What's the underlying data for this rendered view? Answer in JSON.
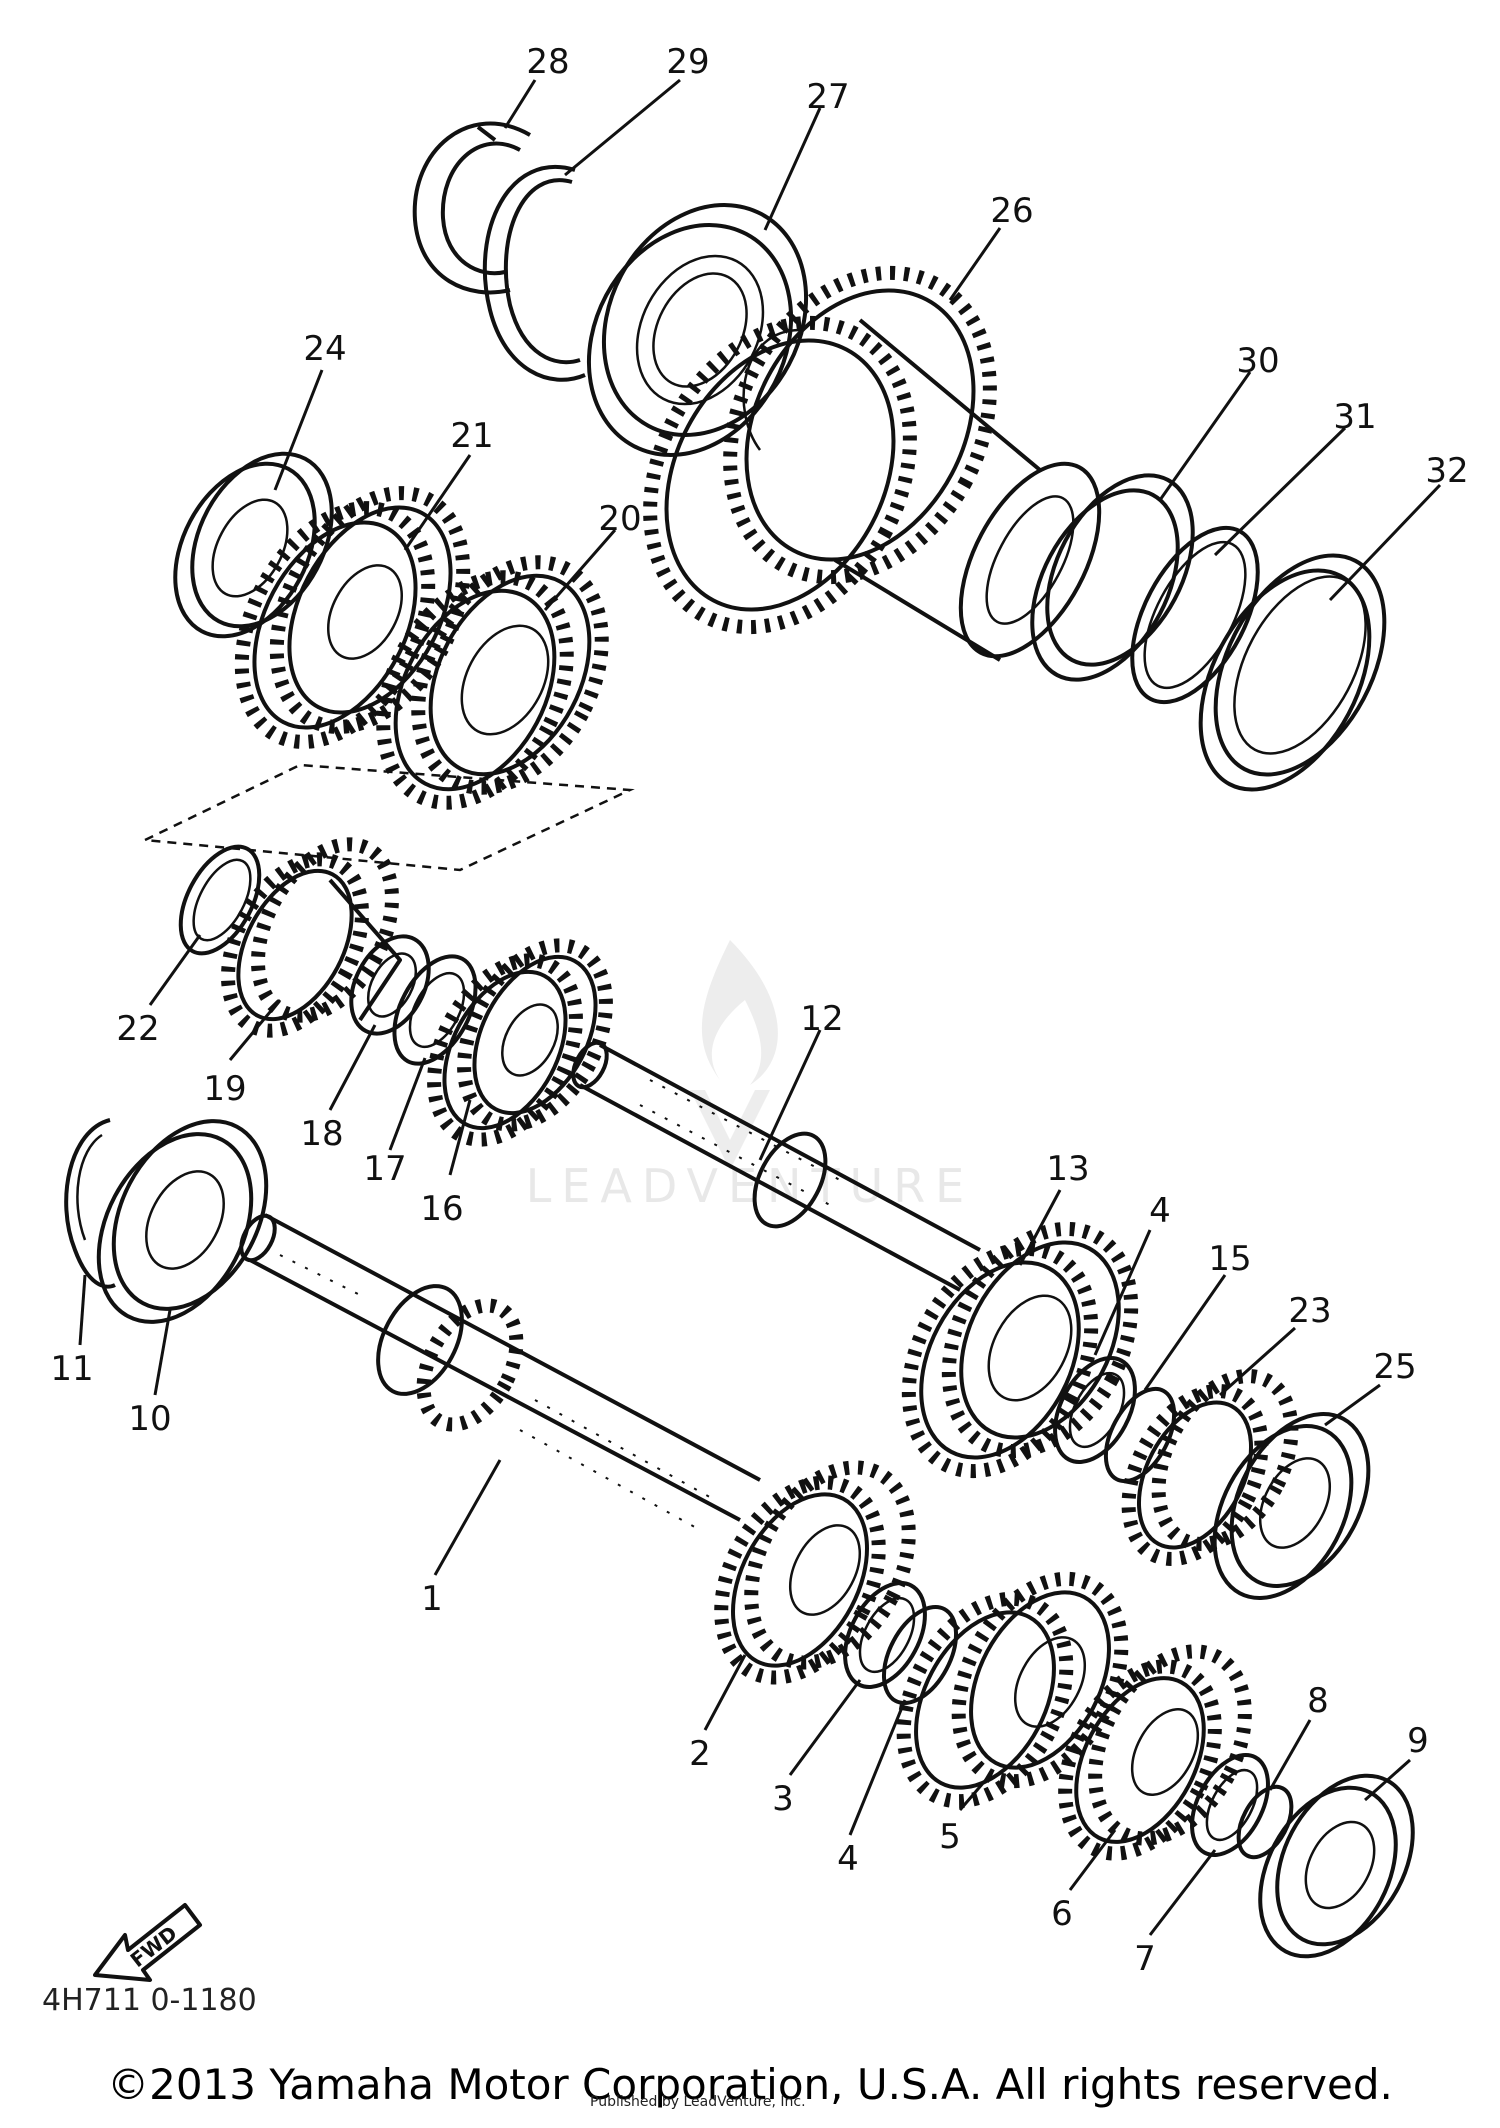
{
  "diagram": {
    "callouts": [
      "28",
      "29",
      "27",
      "26",
      "24",
      "21",
      "20",
      "30",
      "31",
      "32",
      "22",
      "19",
      "18",
      "17",
      "16",
      "12",
      "11",
      "10",
      "13",
      "4",
      "15",
      "23",
      "25",
      "1",
      "2",
      "3",
      "4",
      "5",
      "6",
      "7",
      "8",
      "9"
    ],
    "fwd_label": "FWD",
    "drawing_code": "4H711 0-1180",
    "watermark_text": "LEADVENTURE"
  },
  "footer": {
    "copyright": "©2013 Yamaha Motor Corporation, U.S.A. All rights reserved.",
    "publisher_note": "Published by LeadVenture, Inc."
  }
}
